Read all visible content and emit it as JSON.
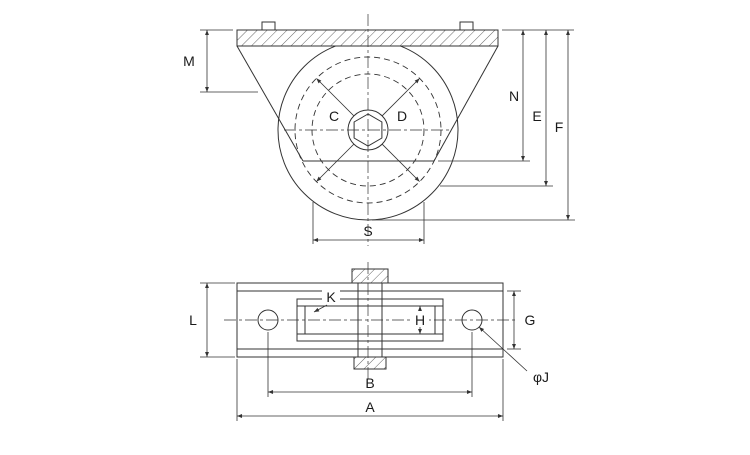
{
  "drawing": {
    "colors": {
      "line": "#333333",
      "text": "#1a1a1a",
      "background": "#ffffff"
    },
    "top_view": {
      "labels": {
        "M": "M",
        "C": "C",
        "D": "D",
        "N": "N",
        "E": "E",
        "F": "F",
        "S": "S"
      }
    },
    "bottom_view": {
      "labels": {
        "L": "L",
        "K": "K",
        "H": "H",
        "G": "G",
        "B": "B",
        "A": "A",
        "phi_j": "φJ"
      }
    }
  }
}
